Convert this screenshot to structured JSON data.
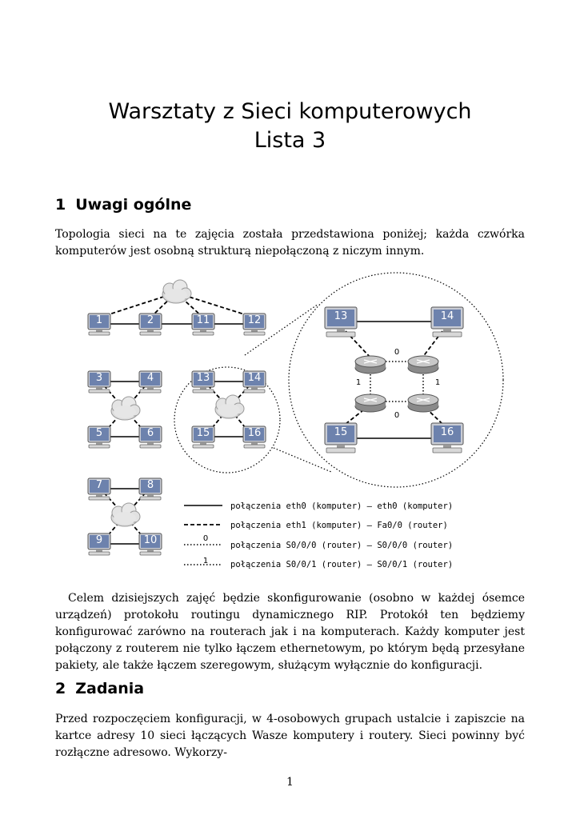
{
  "title": {
    "line1": "Warsztaty z Sieci komputerowych",
    "line2": "Lista 3"
  },
  "sections": [
    {
      "number": "1",
      "title": "Uwagi ogólne"
    },
    {
      "number": "2",
      "title": "Zadania"
    }
  ],
  "paragraphs": {
    "intro": "Topologia sieci na te zajęcia została przedstawiona poniżej; każda czwórka komputerów jest osobną strukturą niepołączoną z niczym innym.",
    "goal": "Celem dzisiejszych zajęć będzie skonfigurowanie (osobno w każdej ósemce urządzeń) protokołu routingu dynamicznego RIP. Protokół ten będziemy konfigurować zarówno na routerach jak i na komputerach. Każdy komputer jest połączony z routerem nie tylko łączem ethernetowym, po którym będą przesyłane pakiety, ale także łączem szeregowym, służącym wyłącznie do konfiguracji.",
    "tasks": "Przed rozpoczęciem konfiguracji, w 4-osobowych grupach ustalcie i zapiszcie na kartce adresy 10 sieci łączących Wasze komputery i routery. Sieci powinny być rozłączne adresowo. Wykorzy-"
  },
  "diagram": {
    "computers": [
      "1",
      "2",
      "11",
      "12",
      "3",
      "4",
      "5",
      "6",
      "13",
      "14",
      "15",
      "16",
      "7",
      "8",
      "9",
      "10"
    ],
    "zoom_computers": [
      "13",
      "14",
      "15",
      "16"
    ],
    "link_labels": {
      "serial0": "0",
      "serial1": "1"
    },
    "legend": [
      {
        "style": "solid",
        "marker": "",
        "text": "połączenia eth0 (komputer) – eth0 (komputer)"
      },
      {
        "style": "dashed",
        "marker": "",
        "text": "połączenia eth1 (komputer) – Fa0/0 (router)"
      },
      {
        "style": "dotted",
        "marker": "0",
        "text": "połączenia S0/0/0 (router) – S0/0/0 (router)"
      },
      {
        "style": "dotted",
        "marker": "1",
        "text": "połączenia S0/0/1 (router) – S0/0/1 (router)"
      }
    ]
  },
  "footer": {
    "page_number": "1"
  }
}
